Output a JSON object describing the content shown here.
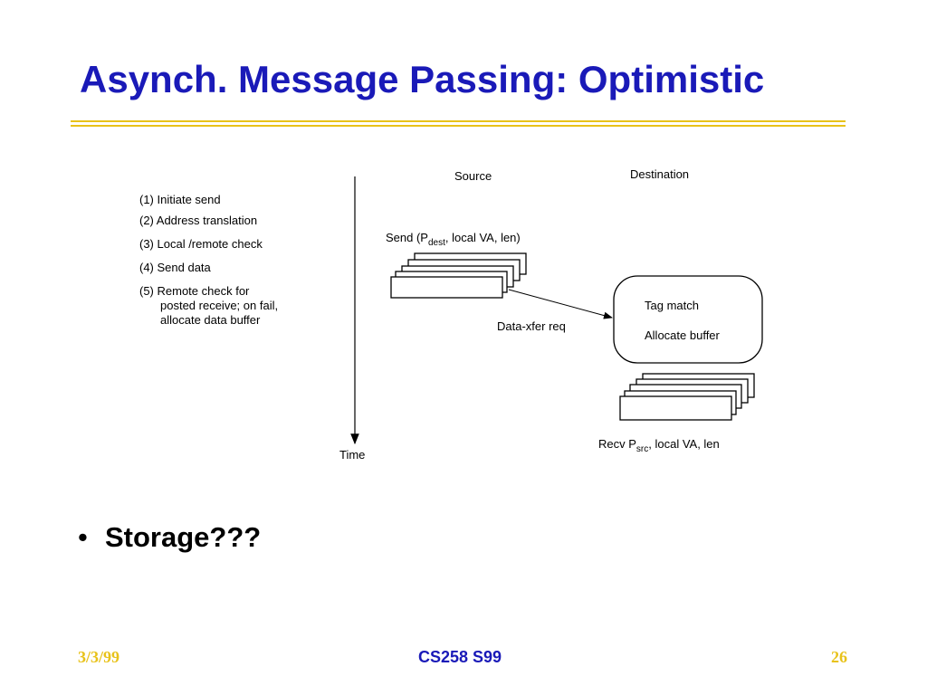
{
  "slide": {
    "title": "Asynch. Message Passing: Optimistic",
    "bullet": "Storage???",
    "bullet_marker": "•"
  },
  "diagram": {
    "steps": [
      "(1) Initiate send",
      "(2) Address translation",
      "(3) Local /remote check",
      "(4) Send data",
      "(5) Remote check for"
    ],
    "step5_continuation": [
      "posted receive; on fail,",
      "allocate data buffer"
    ],
    "time_label": "Time",
    "source_label": "Source",
    "destination_label": "Destination",
    "send_call": {
      "prefix": "Send (P",
      "subscript": "dest",
      "suffix": ", local VA, len)"
    },
    "recv_call": {
      "prefix": "Recv P",
      "subscript": "src",
      "suffix": ", local VA, len"
    },
    "xfer_label": "Data-xfer req",
    "tag_match": "Tag match",
    "allocate_buffer": "Allocate buffer"
  },
  "footer": {
    "date": "3/3/99",
    "course": "CS258 S99",
    "page": "26"
  },
  "colors": {
    "title": "#1a1ab8",
    "rule": "#e8c21a",
    "footer_accent": "#e8c21a"
  }
}
